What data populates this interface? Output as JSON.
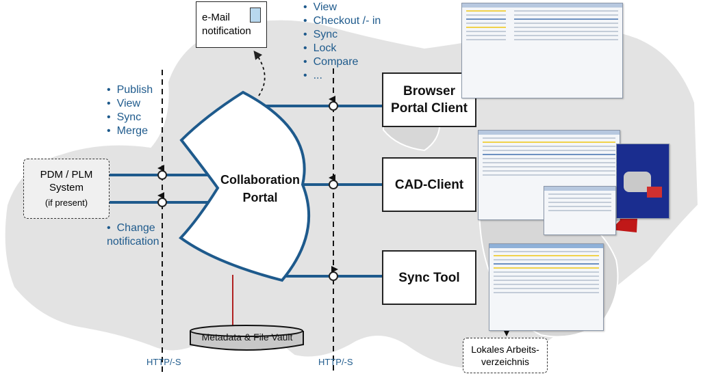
{
  "email_box": {
    "line1": "e-Mail",
    "line2": "notification"
  },
  "top_list": [
    "View",
    "Checkout /- in",
    "Sync",
    "Lock",
    "Compare",
    "..."
  ],
  "left_list": [
    "Publish",
    "View",
    "Sync",
    "Merge"
  ],
  "change_note": {
    "line1": "Change",
    "line2": "notification"
  },
  "pdm_box": {
    "line1": "PDM / PLM",
    "line2": "System",
    "line3": "(if present)"
  },
  "portal": {
    "line1": "Collaboration",
    "line2": "Portal"
  },
  "vault": "Metadata & File Vault",
  "clients": {
    "browser": {
      "line1": "Browser",
      "line2": "Portal Client"
    },
    "cad": "CAD-Client",
    "sync": "Sync Tool"
  },
  "local_dir": {
    "line1": "Lokales Arbeits-",
    "line2": "verzeichnis"
  },
  "protocol_left": "HTTP/-S",
  "protocol_right": "HTTP/-S",
  "colors": {
    "connector": "#1e5a8c",
    "vault_line": "#b02020",
    "map": "#e3e3e3"
  }
}
